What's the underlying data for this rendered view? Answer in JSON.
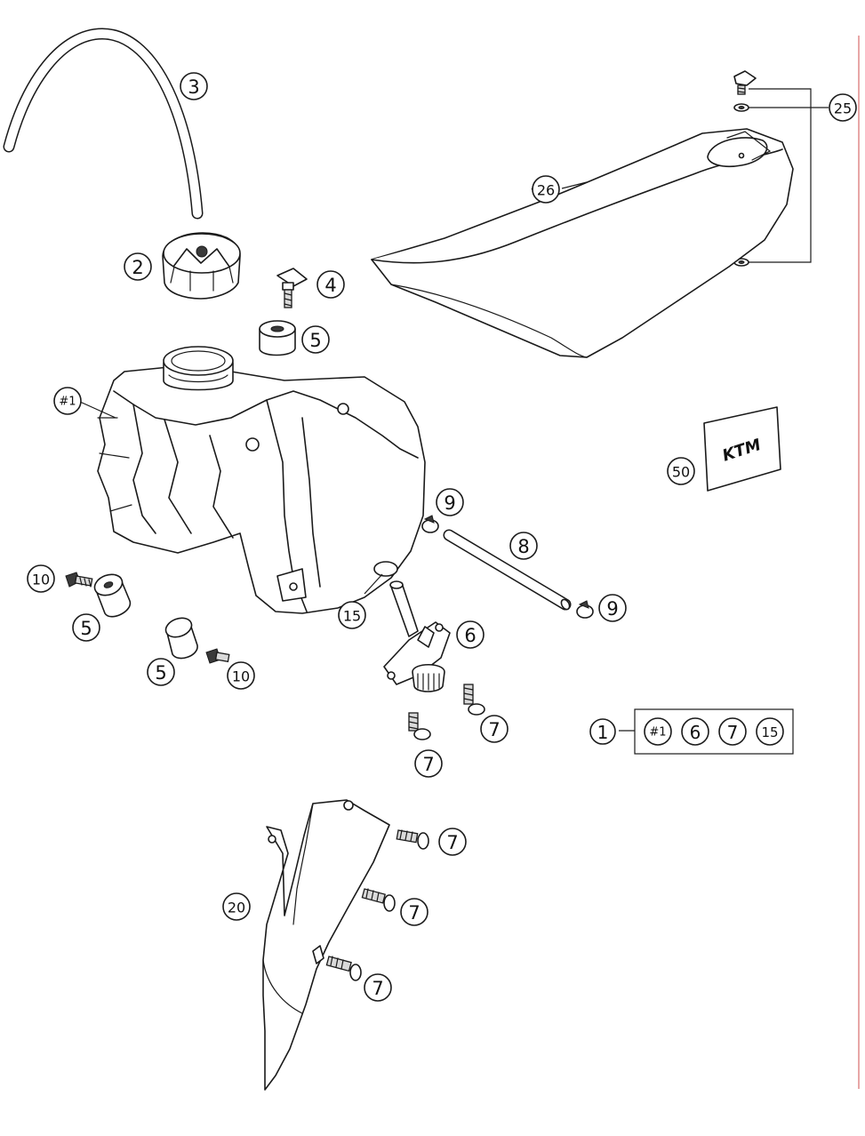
{
  "callouts": {
    "c3": "3",
    "c2": "2",
    "c4": "4",
    "c5_top": "5",
    "c1_hash_tank": "#1",
    "c10_left": "10",
    "c5_left": "5",
    "c5_mid": "5",
    "c10_mid": "10",
    "c9_top": "9",
    "c8": "8",
    "c9_right": "9",
    "c15": "15",
    "c6": "6",
    "c7_a": "7",
    "c7_b": "7",
    "c25": "25",
    "c26": "26",
    "c50": "50",
    "c20": "20",
    "c7_c": "7",
    "c7_d": "7",
    "c7_e": "7"
  },
  "kit": {
    "label": "1",
    "items": [
      "#1",
      "6",
      "7",
      "15"
    ]
  },
  "decal_logo": "KTM",
  "colors": {
    "line": "#1a1a1a",
    "background": "#ffffff",
    "margin": "#e8a7a7"
  }
}
